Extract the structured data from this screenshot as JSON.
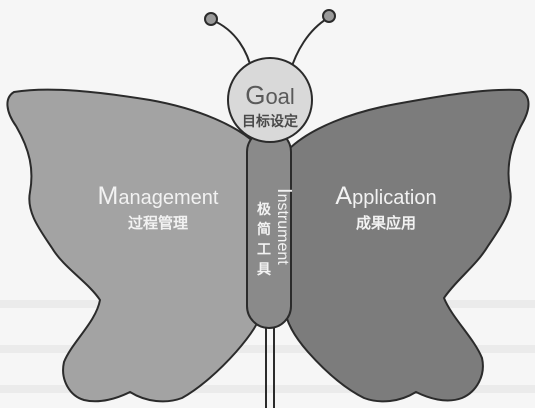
{
  "diagram": {
    "goal": {
      "initial": "G",
      "rest": "oal",
      "cn": "目标设定"
    },
    "management": {
      "initial": "M",
      "rest": "anagement",
      "cn": "过程管理"
    },
    "application": {
      "initial": "A",
      "rest": "pplication",
      "cn": "成果应用"
    },
    "instrument": {
      "initial": "I",
      "rest": "nstrument",
      "cn": "极简工具"
    }
  },
  "colors": {
    "left_wing": "#a3a3a3",
    "right_wing": "#7c7c7c",
    "body": "#8a8a8a",
    "head": "#d9d9d9",
    "outline": "#2b2b2b",
    "background": "#f6f6f6"
  }
}
